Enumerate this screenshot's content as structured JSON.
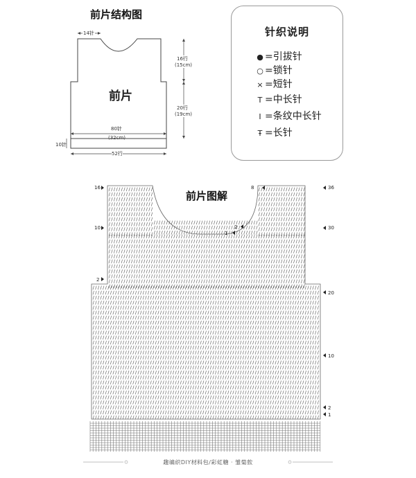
{
  "schematic": {
    "title": "前片结构图",
    "piece_label": "前片",
    "neck_width": "14针",
    "shoulder_rows": "16行",
    "shoulder_cm": "(15cm)",
    "body_rows": "20行",
    "body_cm": "(19cm)",
    "width_stitches": "80针",
    "width_cm": "(32cm)",
    "ribbing_rows": "10针",
    "length_rows": "52行"
  },
  "legend": {
    "title": "针织说明",
    "items": [
      {
        "symbol": "●",
        "text": "=引拔针"
      },
      {
        "symbol": "○",
        "text": "=锁针"
      },
      {
        "symbol": "×",
        "text": "=短针"
      },
      {
        "symbol": "T",
        "text": "=中长针"
      },
      {
        "symbol": "I",
        "text": "=条纹中长针"
      },
      {
        "symbol": "Ŧ",
        "text": "=长针"
      }
    ]
  },
  "chart": {
    "title": "前片图解",
    "left_labels": [
      "16",
      "10",
      "2"
    ],
    "neck_left_label": "8",
    "neck_row_labels": [
      "2",
      "1"
    ],
    "right_labels": [
      "36",
      "30",
      "20",
      "10",
      "2",
      "1"
    ]
  },
  "footer": "趣编织DIY材料包/彩虹糖 · 雏菊款",
  "colors": {
    "line": "#333333",
    "stitch": "#555555",
    "box_border": "#999999"
  }
}
